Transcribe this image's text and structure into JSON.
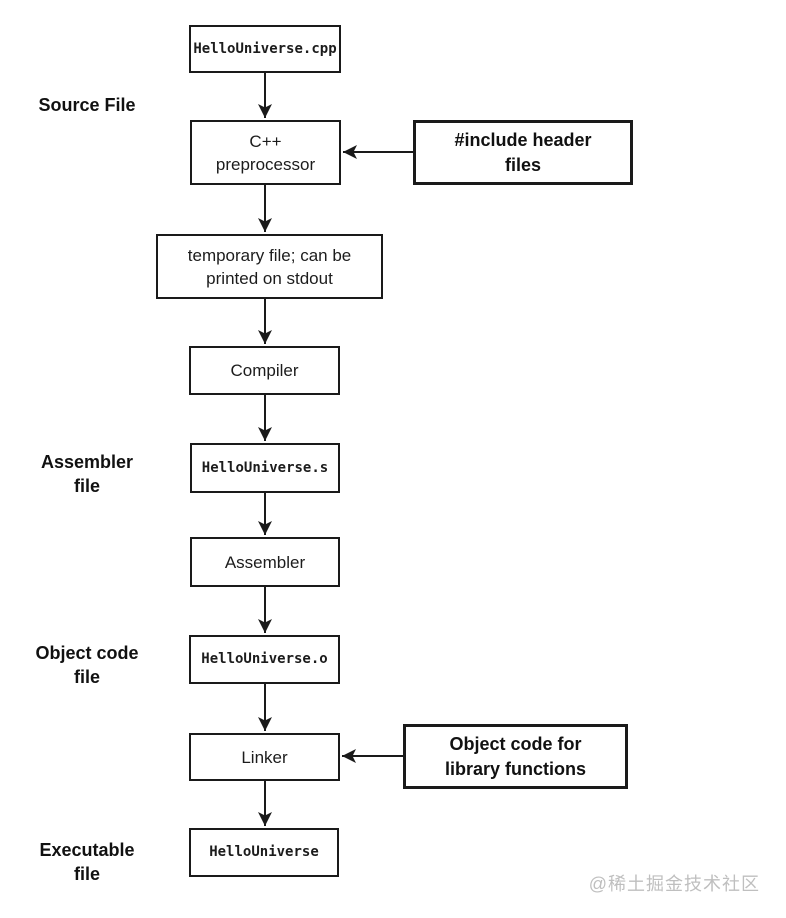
{
  "diagram": {
    "title_hint": "C++ compilation pipeline flowchart",
    "side_labels": {
      "source_file": "Source File",
      "assembler_file": "Assembler\nfile",
      "object_code_file": "Object code\nfile",
      "executable_file": "Executable\nfile"
    },
    "boxes": {
      "source": "HelloUniverse.cpp",
      "preprocessor": "C++\npreprocessor",
      "include_headers": "#include header\nfiles",
      "temp_file": "temporary file; can be\nprinted on stdout",
      "compiler": "Compiler",
      "assembler_output": "HelloUniverse.s",
      "assembler": "Assembler",
      "object_output": "HelloUniverse.o",
      "linker": "Linker",
      "library_objects": "Object code for\nlibrary functions",
      "executable": "HelloUniverse"
    },
    "colors": {
      "background": "#ffffff",
      "line": "#1a1a1a",
      "text": "#111111",
      "watermark": "#bfbfbf"
    },
    "watermark": "@稀土掘金技术社区"
  }
}
